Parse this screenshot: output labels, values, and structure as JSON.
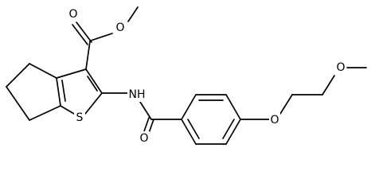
{
  "molecule": {
    "atom_labels": {
      "o_ester_carbonyl": "O",
      "o_ester_methoxy": "O",
      "s_ring": "S",
      "nh_amide": "NH",
      "o_amide_carbonyl": "O",
      "o_aryl_ether": "O",
      "o_methoxy_terminal": "O"
    }
  }
}
